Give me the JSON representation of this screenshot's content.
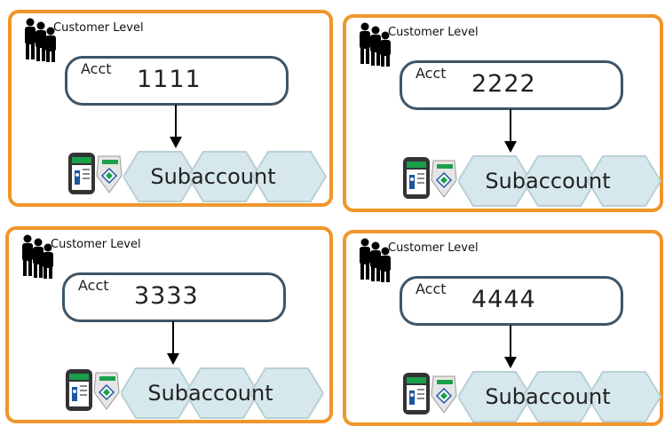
{
  "colors": {
    "panel_border": "#f0962a",
    "acct_border": "#3f5566",
    "hex_fill": "#d6e8ec",
    "hex_stroke": "#b9cfd6"
  },
  "icons": {
    "people": "people-icon",
    "device": "meter-device-icon"
  },
  "panels": [
    {
      "customer_label": "Customer Level",
      "acct_label": "Acct",
      "acct_number": "1111",
      "sub_label": "Subaccount"
    },
    {
      "customer_label": "Customer Level",
      "acct_label": "Acct",
      "acct_number": "2222",
      "sub_label": "Subaccount"
    },
    {
      "customer_label": "Customer Level",
      "acct_label": "Acct",
      "acct_number": "3333",
      "sub_label": "Subaccount"
    },
    {
      "customer_label": "Customer Level",
      "acct_label": "Acct",
      "acct_number": "4444",
      "sub_label": "Subaccount"
    }
  ]
}
